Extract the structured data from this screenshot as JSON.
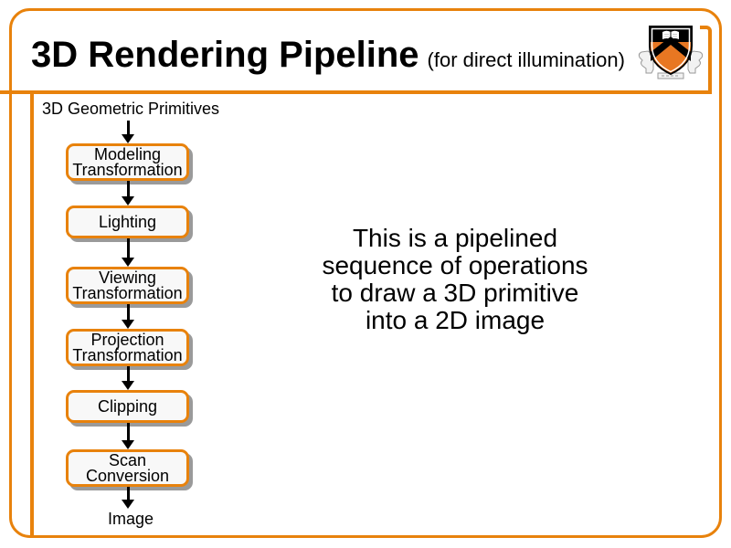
{
  "slide": {
    "title": "3D Rendering Pipeline",
    "title_suffix": "(for direct illumination)"
  },
  "pipeline": {
    "input_label": "3D Geometric Primitives",
    "stages": [
      "Modeling Transformation",
      "Lighting",
      "Viewing Transformation",
      "Projection Transformation",
      "Clipping",
      "Scan Conversion"
    ],
    "output_label": "Image"
  },
  "note": {
    "lines": [
      "This is a pipelined",
      "sequence of operations",
      "to draw a 3D primitive",
      "into a 2D image"
    ]
  },
  "logo": {
    "alt": "Princeton University shield"
  },
  "colors": {
    "accent_orange": "#E8820C",
    "shield_orange": "#E87722",
    "box_fill": "#F8F8F8",
    "box_shadow": "#9A9A9A",
    "text_black": "#000000",
    "background": "#FFFFFF"
  }
}
